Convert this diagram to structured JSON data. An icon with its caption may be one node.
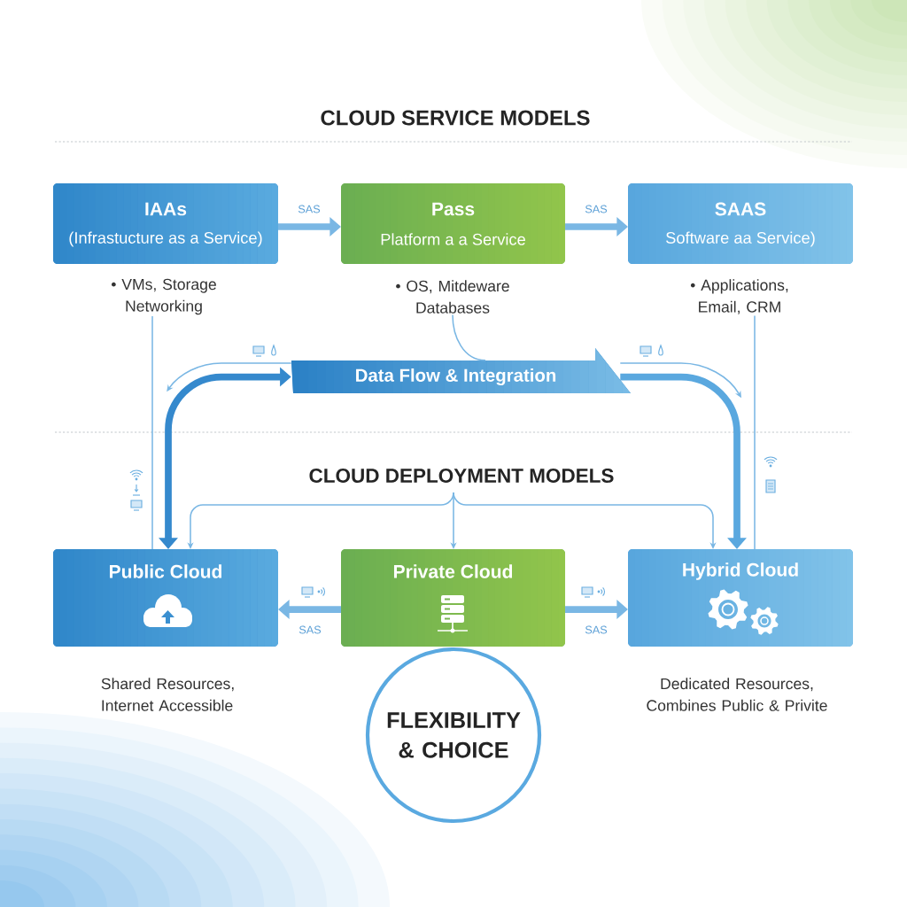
{
  "diagram": {
    "title": "CLOUD SERVICE MODELS",
    "nodes": [
      {
        "text": [
          "IAAs",
          "(Infrastucture as a Service)"
        ],
        "beside": [
          "• VMs, Storage Networking"
        ]
      },
      {
        "text": [
          "Pass",
          "Platform a a Service"
        ],
        "beside": [
          "• OS, Mitdeware Databases"
        ]
      },
      {
        "text": [
          "SAAS",
          "Software aa Service)"
        ],
        "beside": [
          "• Applications, Email, CRM"
        ]
      },
      {
        "text": [
          "Data Flow & Integration"
        ]
      },
      {
        "text": [
          "Public Cloud"
        ],
        "beside": [
          "Shared Resources, Internet Accessible"
        ]
      },
      {
        "text": [
          "Private Cloud"
        ]
      },
      {
        "text": [
          "Hybrid Cloud"
        ],
        "beside": [
          "Dedicated Resources, Combines Public & Privite"
        ]
      },
      {
        "text": [
          "FLEXIBILITY & CHOICE"
        ]
      }
    ],
    "edges": [
      {
        "from": 0,
        "to": 1,
        "arrow": "to",
        "label": "SAS",
        "style": "thick"
      },
      {
        "from": 1,
        "to": 2,
        "arrow": "to",
        "label": "SAS",
        "style": "thick"
      },
      {
        "from": 1,
        "to": 3,
        "arrow": "none"
      },
      {
        "from": 3,
        "to": 4,
        "arrow": "both",
        "style": "thick",
        "color": "#3589cd"
      },
      {
        "from": 3,
        "to": null,
        "arrow": "to"
      },
      {
        "from": 3,
        "to": 6,
        "arrow": "to",
        "style": "thick",
        "color": "#5aa8df"
      },
      {
        "from": 3,
        "to": null,
        "arrow": "to"
      },
      {
        "from": 0,
        "to": 4,
        "arrow": "none"
      },
      {
        "from": 2,
        "to": 6,
        "arrow": "none"
      },
      {
        "from": null,
        "to": 4,
        "arrow": "to"
      },
      {
        "from": null,
        "to": 5,
        "arrow": "to"
      },
      {
        "from": null,
        "to": 6,
        "arrow": "to"
      },
      {
        "from": 5,
        "to": 4,
        "arrow": "to",
        "label": "SAS",
        "style": "thick"
      },
      {
        "from": 5,
        "to": 6,
        "arrow": "to",
        "label": "SAS",
        "style": "thick"
      }
    ],
    "labels": [
      "CLOUD DEPLOYMENT MODELS"
    ]
  }
}
